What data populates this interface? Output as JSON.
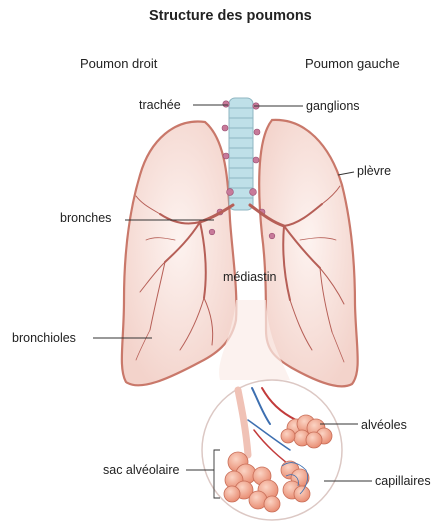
{
  "title": "Structure des poumons",
  "headers": {
    "right_lung": "Poumon droit",
    "left_lung": "Poumon gauche"
  },
  "labels": {
    "trachea": "trachée",
    "lymph_nodes": "ganglions",
    "pleura": "plèvre",
    "bronchi": "bronches",
    "mediastinum": "médiastin",
    "bronchioles": "bronchioles",
    "alveoli": "alvéoles",
    "alveolar_sac": "sac alvéolaire",
    "capillaries": "capillaires"
  },
  "colors": {
    "lung_fill": "#f7e3de",
    "lung_outline": "#c9786a",
    "bronchus": "#b65f57",
    "trachea": "#bfe0e8",
    "alveolus": "#f0a890",
    "vessel_blue": "#3d6fb0",
    "vessel_red": "#c23b3b"
  }
}
